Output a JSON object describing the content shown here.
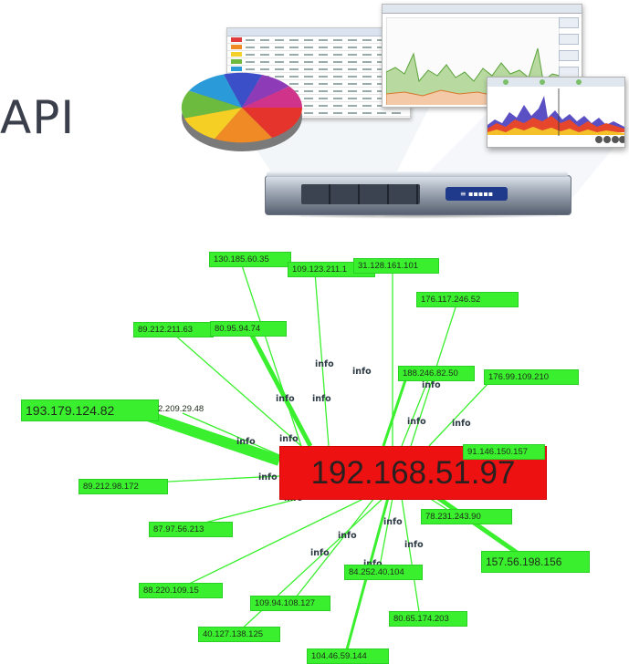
{
  "page": {
    "heading": "API"
  },
  "hub": {
    "label": "192.168.51.97",
    "color": "#ee1111"
  },
  "edge_label": "info",
  "node_color": "#3af02e",
  "nodes": [
    {
      "label": "130.185.60.35"
    },
    {
      "label": "109.123.211.1"
    },
    {
      "label": "31.128.161.101"
    },
    {
      "label": "176.117.246.52"
    },
    {
      "label": "89.212.211.63"
    },
    {
      "label": "80.95.94.74"
    },
    {
      "label": "188.246.82.50"
    },
    {
      "label": "176.99.109.210"
    },
    {
      "label": "193.179.124.82"
    },
    {
      "label": "2.209.29.48"
    },
    {
      "label": "91.146.150.157"
    },
    {
      "label": "89.212.98.172"
    },
    {
      "label": "87.97.56.213"
    },
    {
      "label": "78.231.243.90"
    },
    {
      "label": "157.56.198.156"
    },
    {
      "label": "88.220.109.15"
    },
    {
      "label": "84.252.40.104"
    },
    {
      "label": "109.94.108.127"
    },
    {
      "label": "80.65.174.203"
    },
    {
      "label": "40.127.138.125"
    },
    {
      "label": "104.46.59.144"
    }
  ]
}
